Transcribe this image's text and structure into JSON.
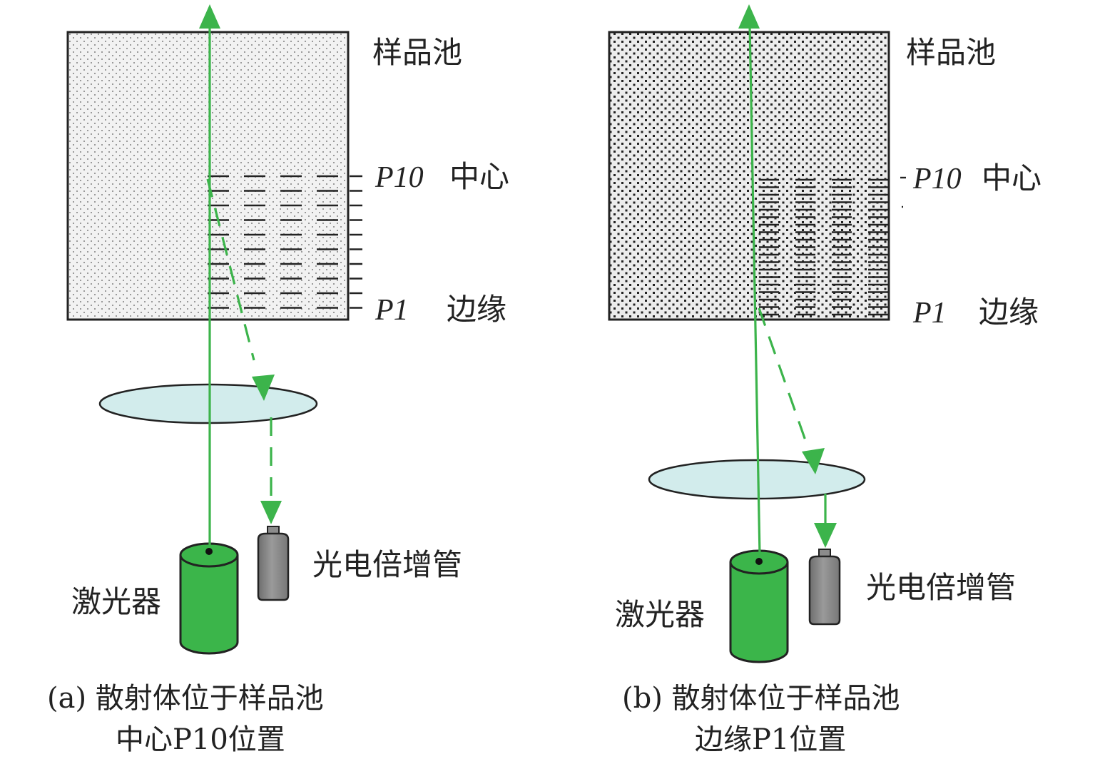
{
  "colors": {
    "beam": "#3cb44b",
    "laser_body": "#3bb54a",
    "pmt_body": "#8c8c8c",
    "lens_fill": "#d2ecec",
    "cell_fill_a": "#eeeeee",
    "cell_fill_b": "#e6e6e6",
    "outline": "#222222"
  },
  "panel_a": {
    "cell_label": "样品池",
    "p10_label": "P10",
    "center_label": "中心",
    "p1_label": "P1",
    "edge_label": "边缘",
    "laser_label": "激光器",
    "pmt_label": "光电倍增管",
    "caption_line1": "(a) 散射体位于样品池",
    "caption_line2": "中心P10位置"
  },
  "panel_b": {
    "cell_label": "样品池",
    "p10_label": "P10",
    "center_label": "中心",
    "p1_label": "P1",
    "edge_label": "边缘",
    "laser_label": "激光器",
    "pmt_label": "光电倍增管",
    "caption_line1": "(b) 散射体位于样品池",
    "caption_line2": "边缘P1位置"
  }
}
